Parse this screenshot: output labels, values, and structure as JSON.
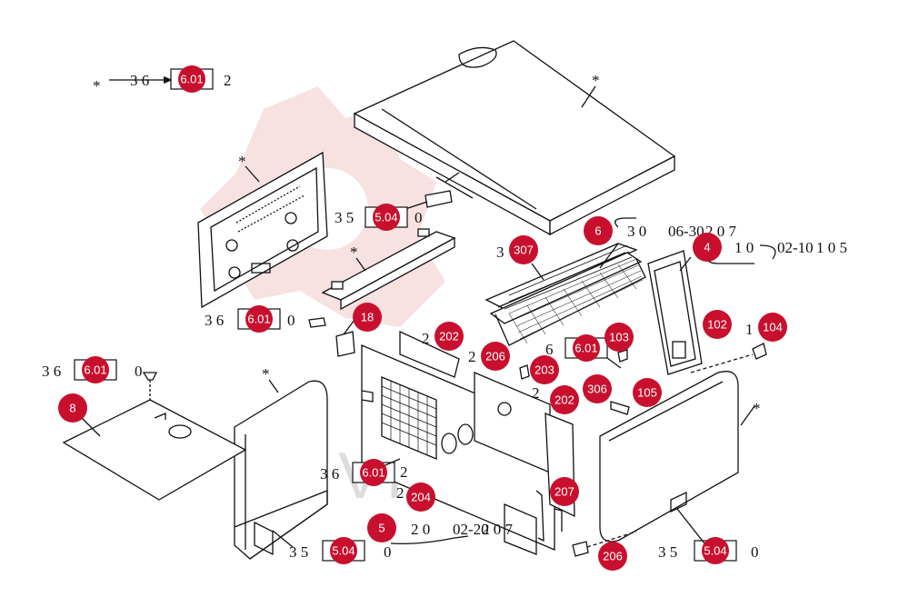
{
  "watermark": "VITEX",
  "colors": {
    "badge": "#c8102e",
    "watermark": "#e9b9b9",
    "line": "#111111"
  },
  "asterisk": "*",
  "refs": {
    "r1": {
      "prefix": "3 6",
      "code": "6.01",
      "suffix": "2"
    },
    "r2": {
      "prefix": "3 5",
      "code": "5.04",
      "suffix": "0"
    },
    "r3": {
      "prefix": "3 6",
      "code": "6.01",
      "suffix": "0"
    },
    "r4": {
      "prefix": "3 6",
      "code": "6.01",
      "suffix": "0"
    },
    "r5": {
      "prefix": "6",
      "code": "6.01",
      "suffix": ""
    },
    "r6": {
      "prefix": "3 6",
      "code": "6.01",
      "suffix": ""
    },
    "r7": {
      "prefix": "3 5",
      "code": "5.04",
      "suffix": "0"
    },
    "r8": {
      "prefix": "3 5",
      "code": "5.04",
      "suffix": "0"
    }
  },
  "texts": {
    "t_3_0": "3 0",
    "t_06_30": "06-30",
    "t_207": "2 0 7",
    "t_1_0": "1 0",
    "t_02_10": "02-10",
    "t_1_0_5": "1 0 5",
    "t_3": "3",
    "t_2a": "2",
    "t_2b": "2",
    "t_1": "1",
    "t_2c": "2",
    "t_2d": "2",
    "t_2e": "2",
    "t_2_0": "2 0",
    "t_02_20": "02-20",
    "t_2_0_7": "2 0 7",
    "t_2f": "2"
  },
  "badges": [
    {
      "id": "b6",
      "label": "6"
    },
    {
      "id": "b4",
      "label": "4"
    },
    {
      "id": "b307",
      "label": "307"
    },
    {
      "id": "b102",
      "label": "102"
    },
    {
      "id": "b104",
      "label": "104"
    },
    {
      "id": "b18",
      "label": "18"
    },
    {
      "id": "b202a",
      "label": "202"
    },
    {
      "id": "b206a",
      "label": "206"
    },
    {
      "id": "b203",
      "label": "203"
    },
    {
      "id": "b103",
      "label": "103"
    },
    {
      "id": "b306",
      "label": "306"
    },
    {
      "id": "b105",
      "label": "105"
    },
    {
      "id": "b202b",
      "label": "202"
    },
    {
      "id": "b8",
      "label": "8"
    },
    {
      "id": "b204",
      "label": "204"
    },
    {
      "id": "b207",
      "label": "207"
    },
    {
      "id": "b5",
      "label": "5"
    },
    {
      "id": "b206b",
      "label": "206"
    }
  ]
}
